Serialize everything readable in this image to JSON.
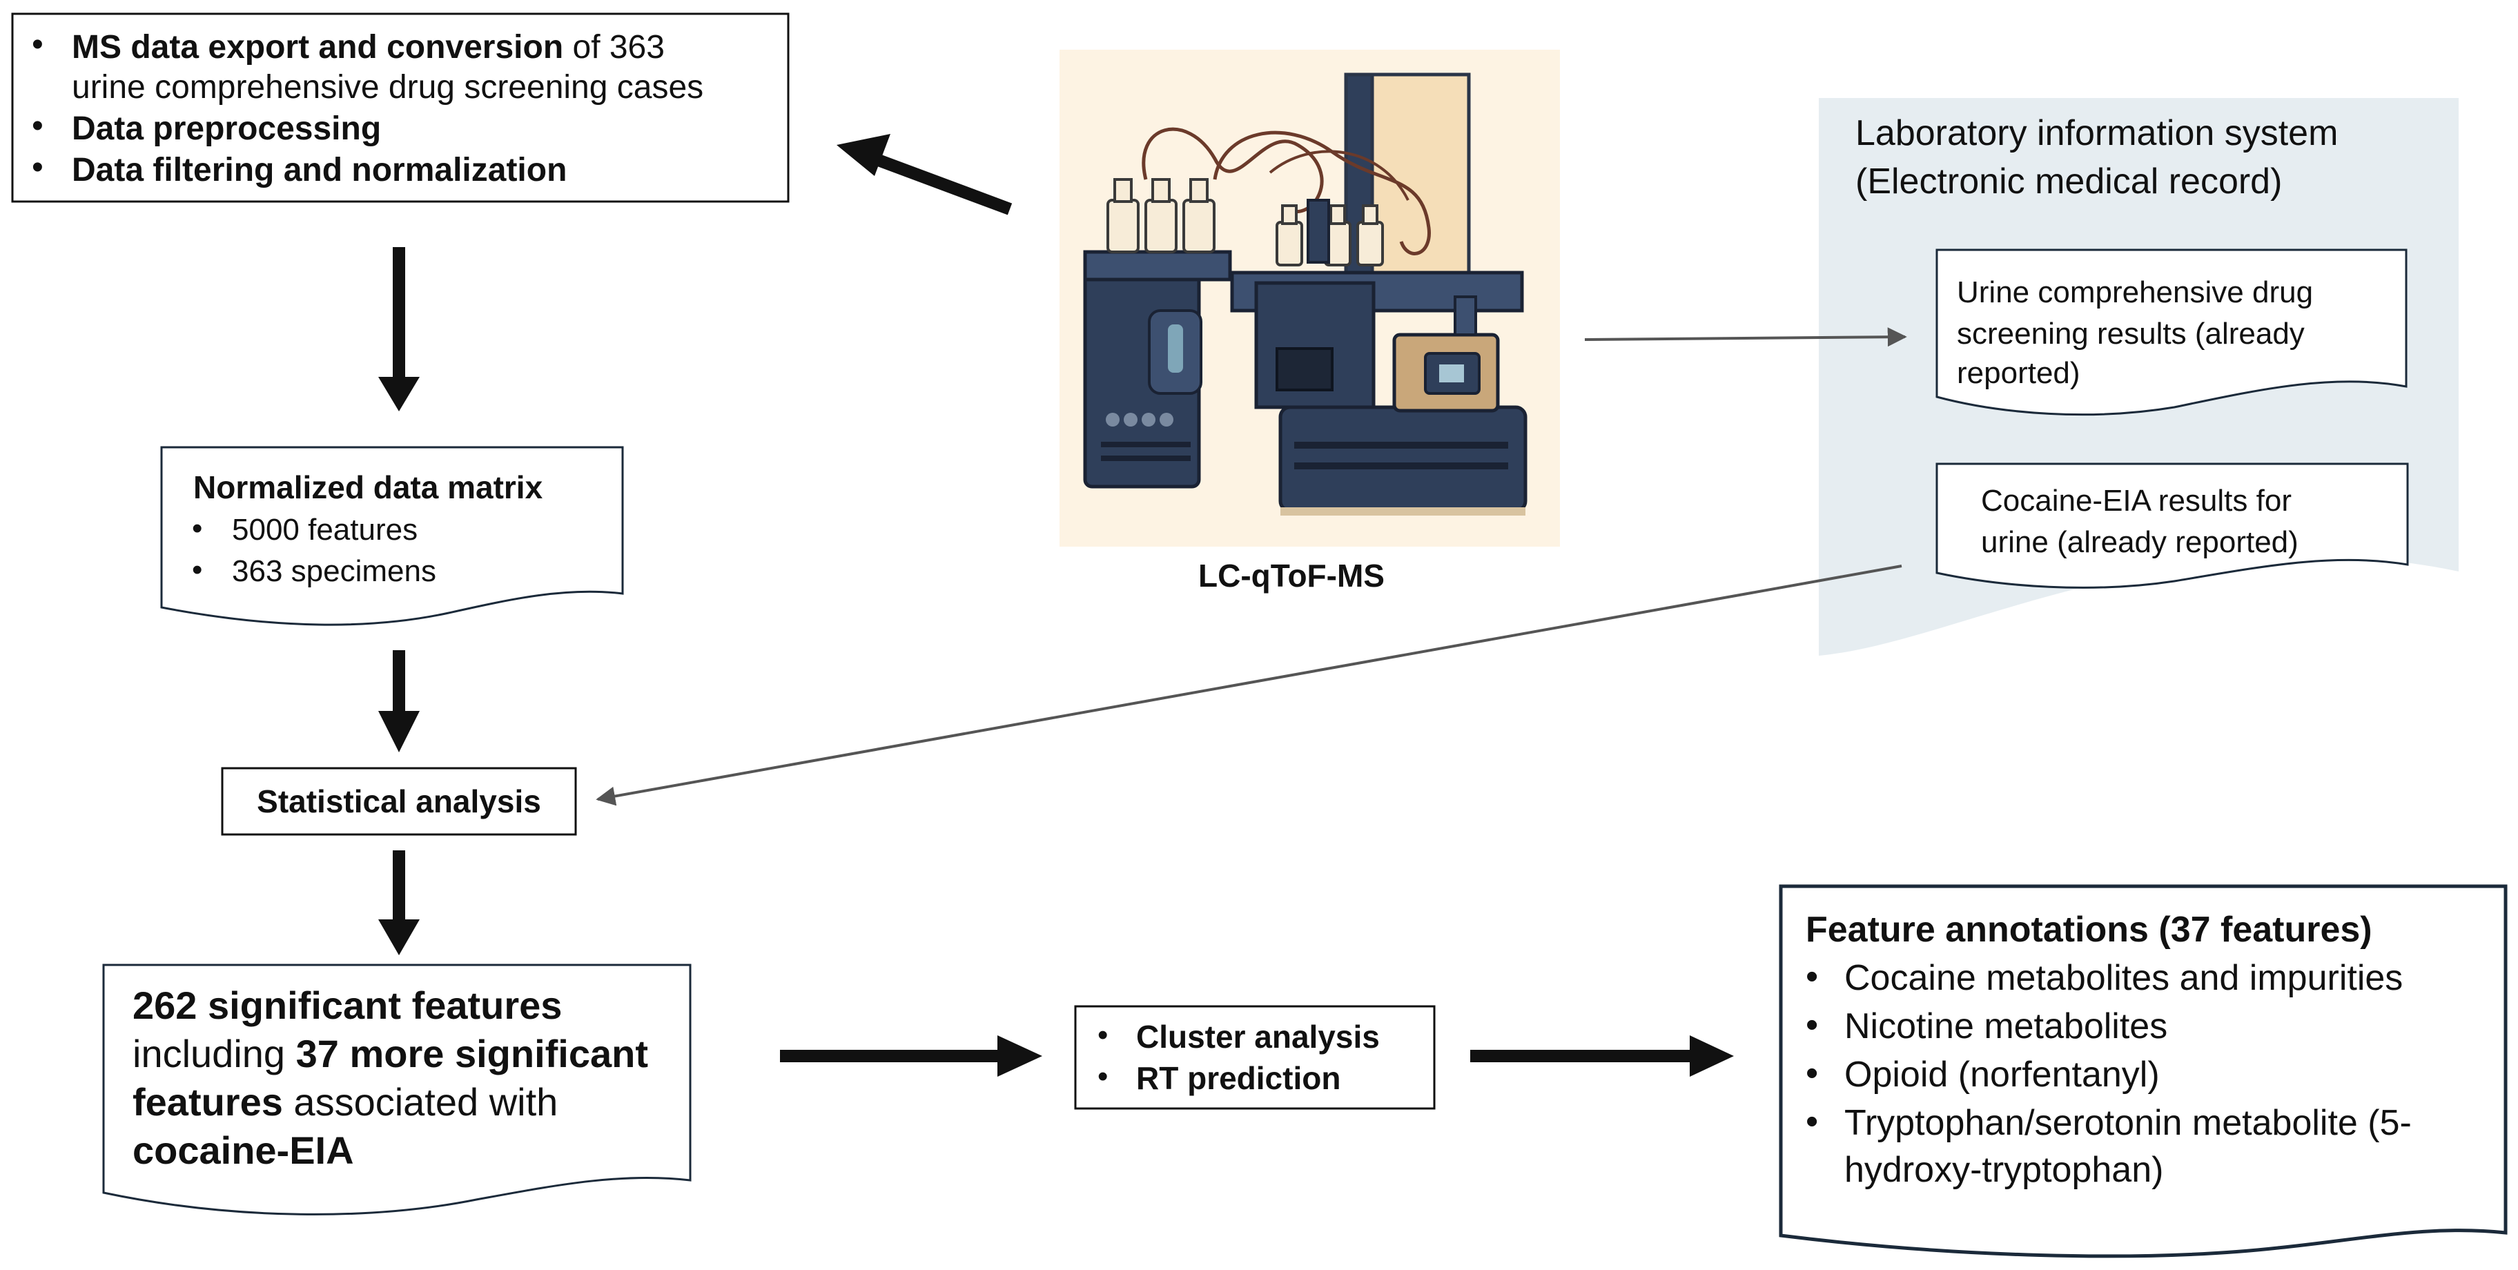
{
  "box_export": {
    "line1_bold": "MS data export and conversion",
    "line1_rest": " of 363",
    "line2": "urine comprehensive drug screening cases",
    "item2": "Data preprocessing",
    "item3": "Data filtering and normalization"
  },
  "box_matrix": {
    "title": "Normalized data matrix",
    "item1": "5000  features",
    "item2": "363 specimens"
  },
  "box_stats": {
    "label": "Statistical analysis"
  },
  "box_significant": {
    "l1": "262 significant features",
    "l2_pre": "including ",
    "l2_bold": "37 more significant",
    "l3_bold": "features",
    "l3_rest": " associated with",
    "l4": "cocaine-EIA"
  },
  "box_cluster": {
    "item1": "Cluster analysis",
    "item2": "RT prediction"
  },
  "box_annotations": {
    "title": "Feature annotations (37 features)",
    "item1": "Cocaine metabolites and impurities",
    "item2": "Nicotine metabolites",
    "item3": "Opioid (norfentanyl)",
    "item4a": "Tryptophan/serotonin metabolite (5-",
    "item4b": "hydroxy-tryptophan)"
  },
  "instrument": {
    "label": "LC-qToF-MS"
  },
  "lis": {
    "title1": "Laboratory information system",
    "title2": "(Electronic medical record)",
    "doc1a": "Urine comprehensive drug",
    "doc1b": "screening results (already",
    "doc1c": "reported)",
    "doc2a": "Cocaine-EIA results for",
    "doc2b": "urine (already reported)"
  },
  "bullet": "•",
  "colors": {
    "lis_background": "#e6edf1",
    "instrument_background": "#fdf3e3",
    "instrument_body": "#2f3f5a",
    "annotation_border": "#1b2a3a"
  }
}
